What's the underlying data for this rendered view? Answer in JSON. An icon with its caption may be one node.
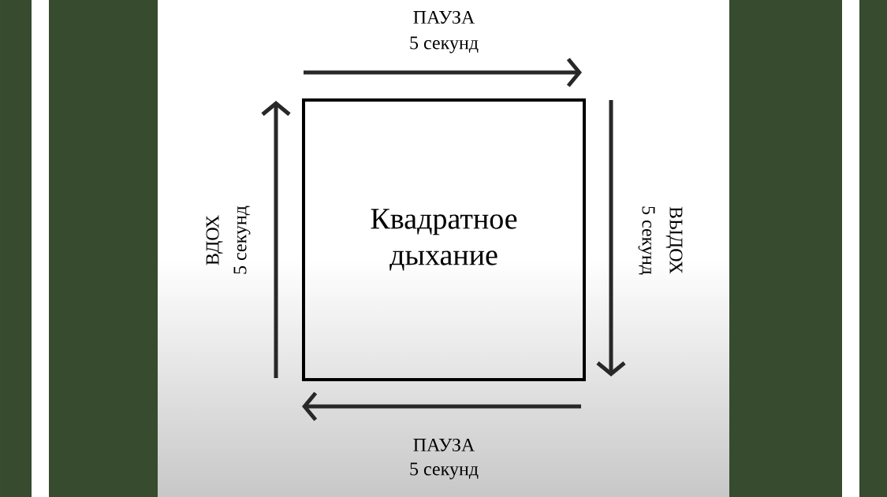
{
  "diagram": {
    "nodes": [
      {
        "text": [
          "Квадратное дыхание"
        ]
      }
    ],
    "labels": [
      "ПАУЗА",
      "5 секунд",
      "ВДОХ",
      "5 секунд",
      "ВЫДОХ",
      "5 секунд",
      "ПАУЗА",
      "5 секунд"
    ]
  }
}
